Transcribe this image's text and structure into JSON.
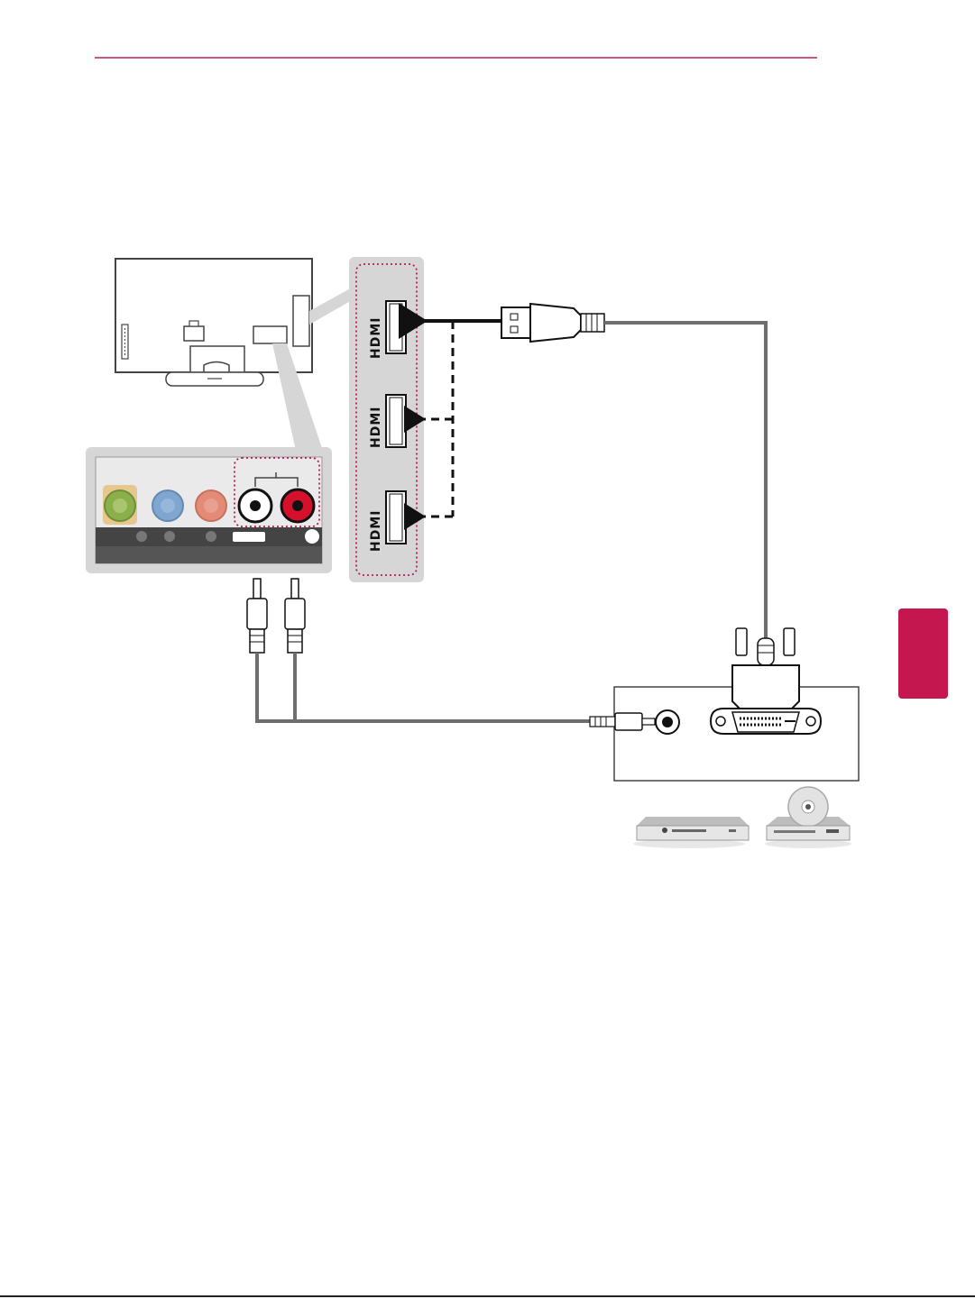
{
  "page": {
    "header_rule_color": "#c2185b",
    "section_tab_color": "#c4174f"
  },
  "hdmi_panel": {
    "ports": [
      {
        "label": "HDMI"
      },
      {
        "label": "HDMI"
      },
      {
        "label": "HDMI"
      }
    ],
    "highlight_color": "#c2185b"
  },
  "audio_panel": {
    "jack_colors": [
      "#8bb04a",
      "#7ea6cf",
      "#e48b77",
      "#ffffff",
      "#d5102a"
    ],
    "highlight_color": "#c2185b"
  },
  "devices": {
    "icons": [
      "dvd-player-icon",
      "disc-player-icon"
    ]
  }
}
